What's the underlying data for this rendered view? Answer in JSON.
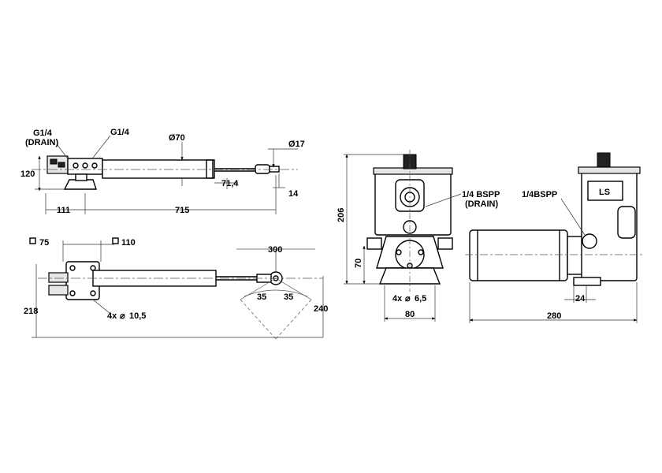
{
  "side_view": {
    "port_drain_line1": "G1/4",
    "port_drain_line2": "(DRAIN)",
    "port_main": "G1/4",
    "diameter_cylinder": "Ø70",
    "diameter_rod": "Ø17",
    "height": "120",
    "rod_offset": "71,4",
    "rod_end": "14",
    "base_length": "111",
    "stroke_length": "715"
  },
  "top_view": {
    "square_75": "75",
    "square_110": "110",
    "stroke": "300",
    "angle_left": "35",
    "angle_right": "35",
    "mount_holes": "4x",
    "hole_diameter": "10,5",
    "width_left": "218",
    "width_right": "240"
  },
  "pump_front": {
    "port_label_line1": "1/4 BSPP",
    "port_label_line2": "(DRAIN)",
    "height_total": "206",
    "height_base": "70",
    "mount_holes": "4x",
    "hole_diameter": "6,5",
    "width": "80"
  },
  "pump_side": {
    "port_label": "1/4BSPP",
    "offset": "24",
    "length": "280",
    "brand": "LS"
  }
}
